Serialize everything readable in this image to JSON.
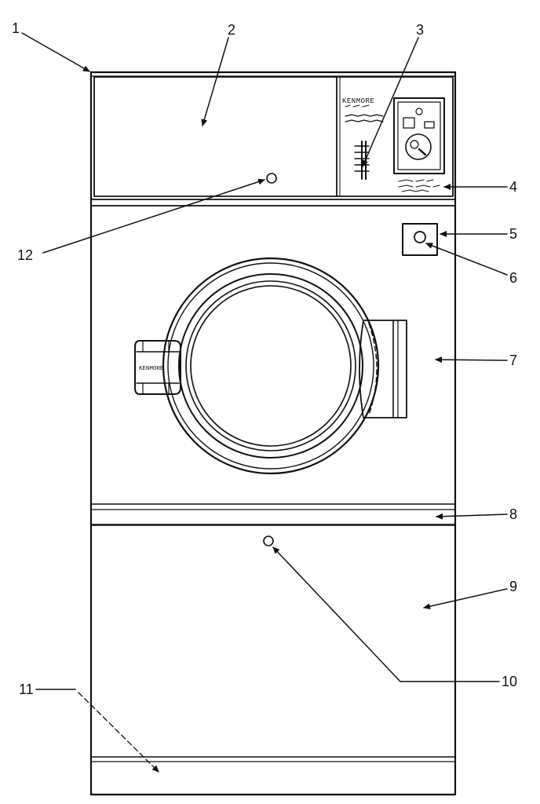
{
  "brand": {
    "control_panel_text": "KENMORE",
    "door_handle_text": "KENMORE"
  },
  "callouts": [
    {
      "id": "1",
      "label": "1"
    },
    {
      "id": "2",
      "label": "2"
    },
    {
      "id": "3",
      "label": "3"
    },
    {
      "id": "4",
      "label": "4"
    },
    {
      "id": "5",
      "label": "5"
    },
    {
      "id": "6",
      "label": "6"
    },
    {
      "id": "7",
      "label": "7"
    },
    {
      "id": "8",
      "label": "8"
    },
    {
      "id": "9",
      "label": "9"
    },
    {
      "id": "10",
      "label": "10"
    },
    {
      "id": "11",
      "label": "11"
    },
    {
      "id": "12",
      "label": "12"
    }
  ]
}
